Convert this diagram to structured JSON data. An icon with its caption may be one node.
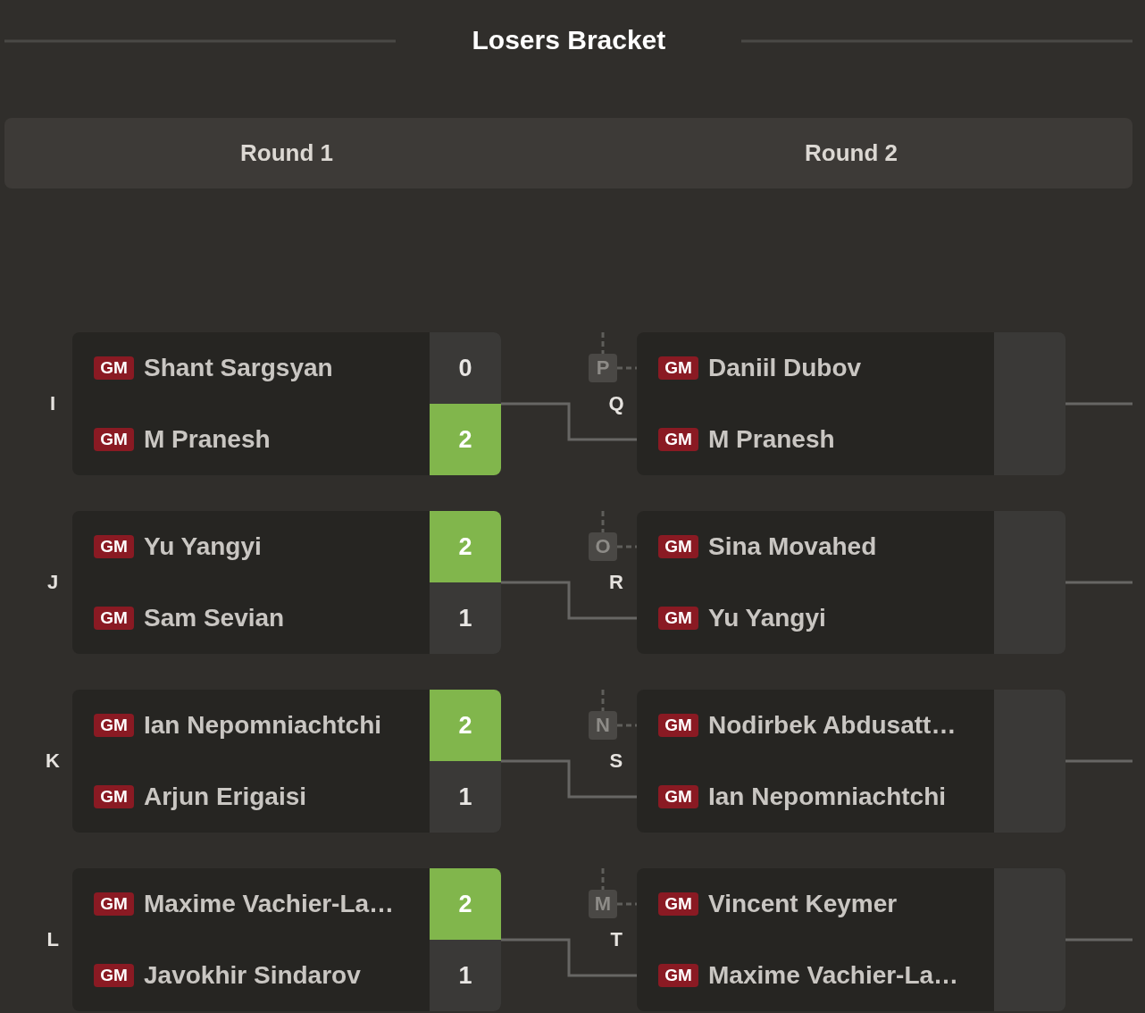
{
  "diagram": {
    "title": "Losers Bracket",
    "nodes": [
      {
        "text": [
          "Round 1",
          "Round 2"
        ]
      },
      {
        "text": [],
        "shape": "box",
        "beside": [
          "I"
        ]
      },
      {
        "text": [
          "GM",
          "Shant Sargsyan",
          "0"
        ],
        "in": 1
      },
      {
        "text": [
          "GM",
          "M Pranesh",
          "2"
        ],
        "in": 1
      },
      {
        "text": [
          "P"
        ]
      },
      {
        "text": [],
        "shape": "box",
        "beside": [
          "Q"
        ]
      },
      {
        "text": [
          "GM",
          "Daniil Dubov"
        ],
        "in": 5
      },
      {
        "text": [
          "GM",
          "M Pranesh"
        ],
        "in": 5
      },
      {
        "text": [],
        "shape": "box",
        "beside": [
          "J"
        ]
      },
      {
        "text": [
          "GM",
          "Yu Yangyi",
          "2"
        ],
        "in": 8
      },
      {
        "text": [
          "GM",
          "Sam Sevian",
          "1"
        ],
        "in": 8
      },
      {
        "text": [
          "O"
        ]
      },
      {
        "text": [],
        "shape": "box",
        "beside": [
          "R"
        ]
      },
      {
        "text": [
          "GM",
          "Sina Movahed"
        ],
        "in": 12
      },
      {
        "text": [
          "GM",
          "Yu Yangyi"
        ],
        "in": 12
      },
      {
        "text": [],
        "shape": "box",
        "beside": [
          "K"
        ]
      },
      {
        "text": [
          "GM",
          "Ian Nepomniachtchi",
          "2"
        ],
        "in": 15
      },
      {
        "text": [
          "GM",
          "Arjun Erigaisi",
          "1"
        ],
        "in": 15
      },
      {
        "text": [
          "N"
        ]
      },
      {
        "text": [],
        "shape": "box",
        "beside": [
          "S"
        ]
      },
      {
        "text": [
          "GM",
          "Nodirbek Abdusatt…"
        ],
        "in": 19
      },
      {
        "text": [
          "GM",
          "Ian Nepomniachtchi"
        ],
        "in": 19
      },
      {
        "text": [],
        "shape": "box",
        "beside": [
          "L"
        ]
      },
      {
        "text": [
          "GM",
          "Maxime Vachier-La…",
          "2"
        ],
        "in": 22
      },
      {
        "text": [
          "GM",
          "Javokhir Sindarov",
          "1"
        ],
        "in": 22
      },
      {
        "text": [
          "M"
        ]
      },
      {
        "text": [],
        "shape": "box",
        "beside": [
          "T"
        ]
      },
      {
        "text": [
          "GM",
          "Vincent Keymer"
        ],
        "in": 26
      },
      {
        "text": [
          "GM",
          "Maxime Vachier-La…"
        ],
        "in": 26
      }
    ],
    "edges": [
      {
        "from": 1,
        "to": 5,
        "arrow": "none"
      },
      {
        "from": null,
        "to": 4,
        "arrow": "none",
        "style": "dashed"
      },
      {
        "from": 4,
        "to": 5,
        "arrow": "none",
        "style": "dashed"
      },
      {
        "from": 5,
        "to": null,
        "arrow": "none"
      },
      {
        "from": 8,
        "to": 12,
        "arrow": "none"
      },
      {
        "from": null,
        "to": 11,
        "arrow": "none",
        "style": "dashed"
      },
      {
        "from": 11,
        "to": 12,
        "arrow": "none",
        "style": "dashed"
      },
      {
        "from": 12,
        "to": null,
        "arrow": "none"
      },
      {
        "from": 15,
        "to": 19,
        "arrow": "none"
      },
      {
        "from": null,
        "to": 18,
        "arrow": "none",
        "style": "dashed"
      },
      {
        "from": 18,
        "to": 19,
        "arrow": "none",
        "style": "dashed"
      },
      {
        "from": 19,
        "to": null,
        "arrow": "none"
      },
      {
        "from": 22,
        "to": 26,
        "arrow": "none"
      },
      {
        "from": null,
        "to": 25,
        "arrow": "none",
        "style": "dashed"
      },
      {
        "from": 25,
        "to": 26,
        "arrow": "none",
        "style": "dashed"
      },
      {
        "from": 26,
        "to": null,
        "arrow": "none"
      }
    ]
  }
}
